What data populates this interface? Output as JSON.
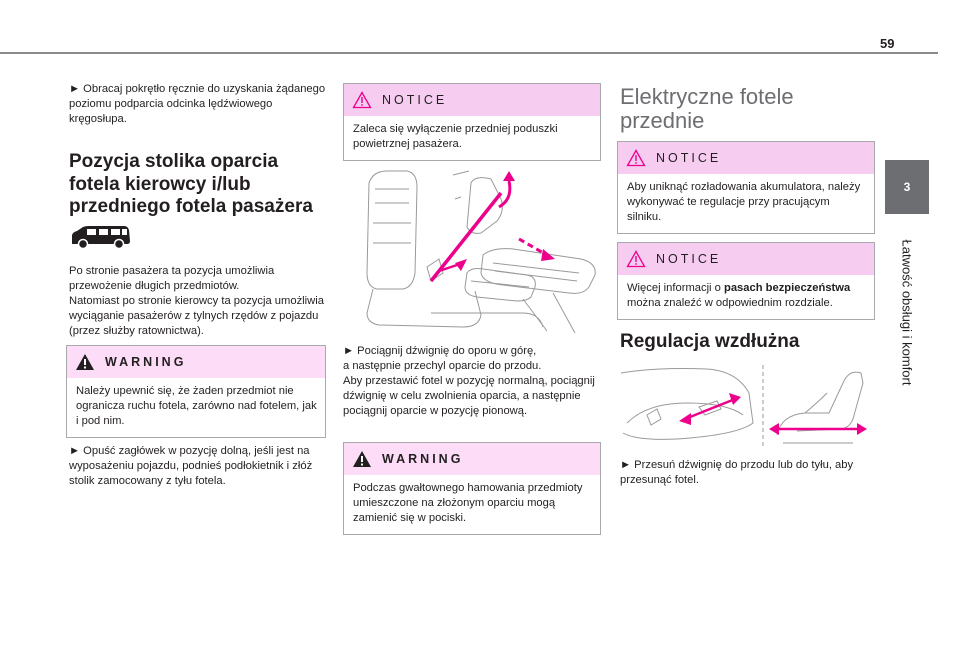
{
  "page_number": "59",
  "side_tab": {
    "number": "3",
    "title": "Łatwość obsługi i komfort"
  },
  "col1": {
    "intro": "► Obracaj pokrętło ręcznie do uzyskania żądanego poziomu podparcia odcinka lędźwiowego kręgosłupa.",
    "heading": "Pozycja stolika oparcia fotela kierowcy i/lub przedniego fotela pasażera",
    "body": [
      "Po stronie pasażera ta pozycja umożliwia przewożenie długich przedmiotów.",
      "Natomiast po stronie kierowcy ta pozycja umożliwia wyciąganie pasażerów z tylnych rzędów z pojazdu (przez służby ratownictwa)."
    ],
    "warning": {
      "title": "WARNING",
      "text": "Należy upewnić się, że żaden przedmiot nie ogranicza ruchu fotela, zarówno nad fotelem, jak i pod nim."
    },
    "step": "► Opuść zagłówek w pozycję dolną, jeśli jest na wyposażeniu pojazdu, podnieś podłokietnik i złóż stolik zamocowany z tyłu fotela."
  },
  "col2": {
    "notice": {
      "title": "NOTICE",
      "text": "Zaleca się wyłączenie przedniej poduszki powietrznej pasażera."
    },
    "steps": [
      "► Pociągnij dźwignię do oporu w górę,",
      "a następnie przechyl oparcie do przodu.",
      "Aby przestawić fotel w pozycję normalną, pociągnij dźwignię w celu zwolnienia oparcia, a następnie pociągnij oparcie w pozycję pionową."
    ],
    "warning": {
      "title": "WARNING",
      "text": "Podczas gwałtownego hamowania przedmioty umieszczone na złożonym oparciu mogą zamienić się w pociski."
    }
  },
  "col3": {
    "heading": "Elektryczne fotele przednie",
    "notice1": {
      "title": "NOTICE",
      "text": "Aby uniknąć rozładowania akumulatora, należy wykonywać te regulacje przy pracującym silniku."
    },
    "notice2": {
      "title": "NOTICE",
      "text_before": "Więcej informacji o ",
      "text_bold": "pasach bezpieczeństwa",
      "text_after": " można znaleźć w odpowiednim rozdziale."
    },
    "subheading": "Regulacja wzdłużna",
    "step": "► Przesuń dźwignię do przodu lub do tyłu, aby przesunąć fotel."
  },
  "colors": {
    "accent": "#ec008c",
    "box_header": "#f6cdf0",
    "warn_header": "#fcdcf7",
    "tab": "#6d6e71",
    "heading_gray": "#6d6e71"
  }
}
